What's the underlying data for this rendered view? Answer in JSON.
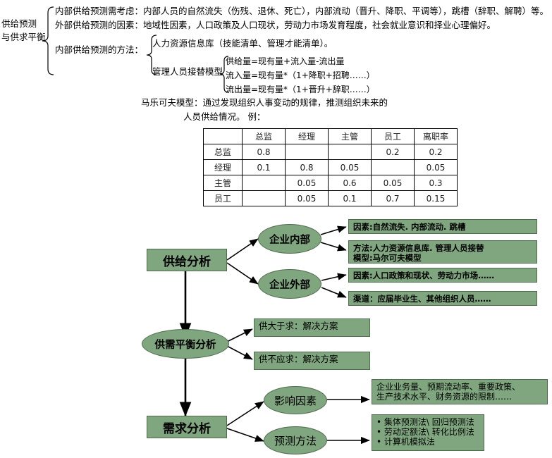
{
  "outline": {
    "left_label_line1": "供给预测",
    "left_label_line2": "与供求平衡",
    "item1_head": "内部供给预测需考虑：",
    "item1_body": "内部人员的自然流失（伤残、退休、死亡），内部流动（晋升、降职、平调等），跳槽（辞职、解聘）等。",
    "item2_head": "外部供给预测的因素：",
    "item2_body": "地域性因素，人口政策及人口现状，劳动力市场发育程度，社会就业意识和择业心理偏好。",
    "item3_head": "内部供给预测的方法：",
    "method1": "人力资源信息库（技能清单、管理才能清单）。",
    "method2_label": "管理人员接替模型",
    "formula1": "供给量=现有量+流入量-流出量",
    "formula2": "流入量=现有量*（1+降职+招聘……）",
    "formula3": "流出量=现有量*（1+晋升+辞职……）",
    "markov_line1": "马乐可夫模型：通过发现组织人事变动的规律，推测组织未来的",
    "markov_line2": "人员供给情况。  例："
  },
  "table": {
    "corner": "",
    "columns": [
      "总监",
      "经理",
      "主管",
      "员工",
      "离职率"
    ],
    "rows": [
      {
        "label": "总监",
        "cells": [
          "0.8",
          "",
          "",
          "0.2",
          "0.2"
        ]
      },
      {
        "label": "经理",
        "cells": [
          "0.1",
          "0.8",
          "0.05",
          "",
          "0.05"
        ]
      },
      {
        "label": "主管",
        "cells": [
          "",
          "0.05",
          "0.6",
          "0.05",
          "0.3"
        ]
      },
      {
        "label": "员工",
        "cells": [
          "",
          "0.05",
          "0.1",
          "0.7",
          "0.15"
        ]
      }
    ]
  },
  "flow": {
    "supply_analysis": "供给分析",
    "internal": "企业内部",
    "external": "企业外部",
    "internal_factors": "因素:自然流失. 内部流动. 跳槽",
    "internal_methods_line1": "方法:人力资源信息库. 管理人员接替",
    "internal_methods_line2": "模型:马尔可夫模型",
    "external_factors": "因素:人口政策和现状、劳动力市场……",
    "external_channels": "渠道：应届毕业生、其他组织人员……",
    "balance_analysis": "供需平衡分析",
    "oversupply": "供大于求：解决方案",
    "shortage": "供不应求：解决方案",
    "demand_analysis": "需求分析",
    "influence_factors": "影响因素",
    "forecast_methods": "预测方法",
    "influence_line1": "企业业务量、预期流动率、重要政策、",
    "influence_line2": "生产技术水平、财务资源的限制……",
    "methods_line1": "• 集体预测法\\ 回归预测法",
    "methods_line2": "• 劳动定额法\\ 转化比例法",
    "methods_line3": "• 计算机模拟法"
  },
  "colors": {
    "shape_fill": "#7fa67f",
    "shape_border": "#4e6b4e",
    "text": "#000000",
    "table_border": "#000000"
  }
}
